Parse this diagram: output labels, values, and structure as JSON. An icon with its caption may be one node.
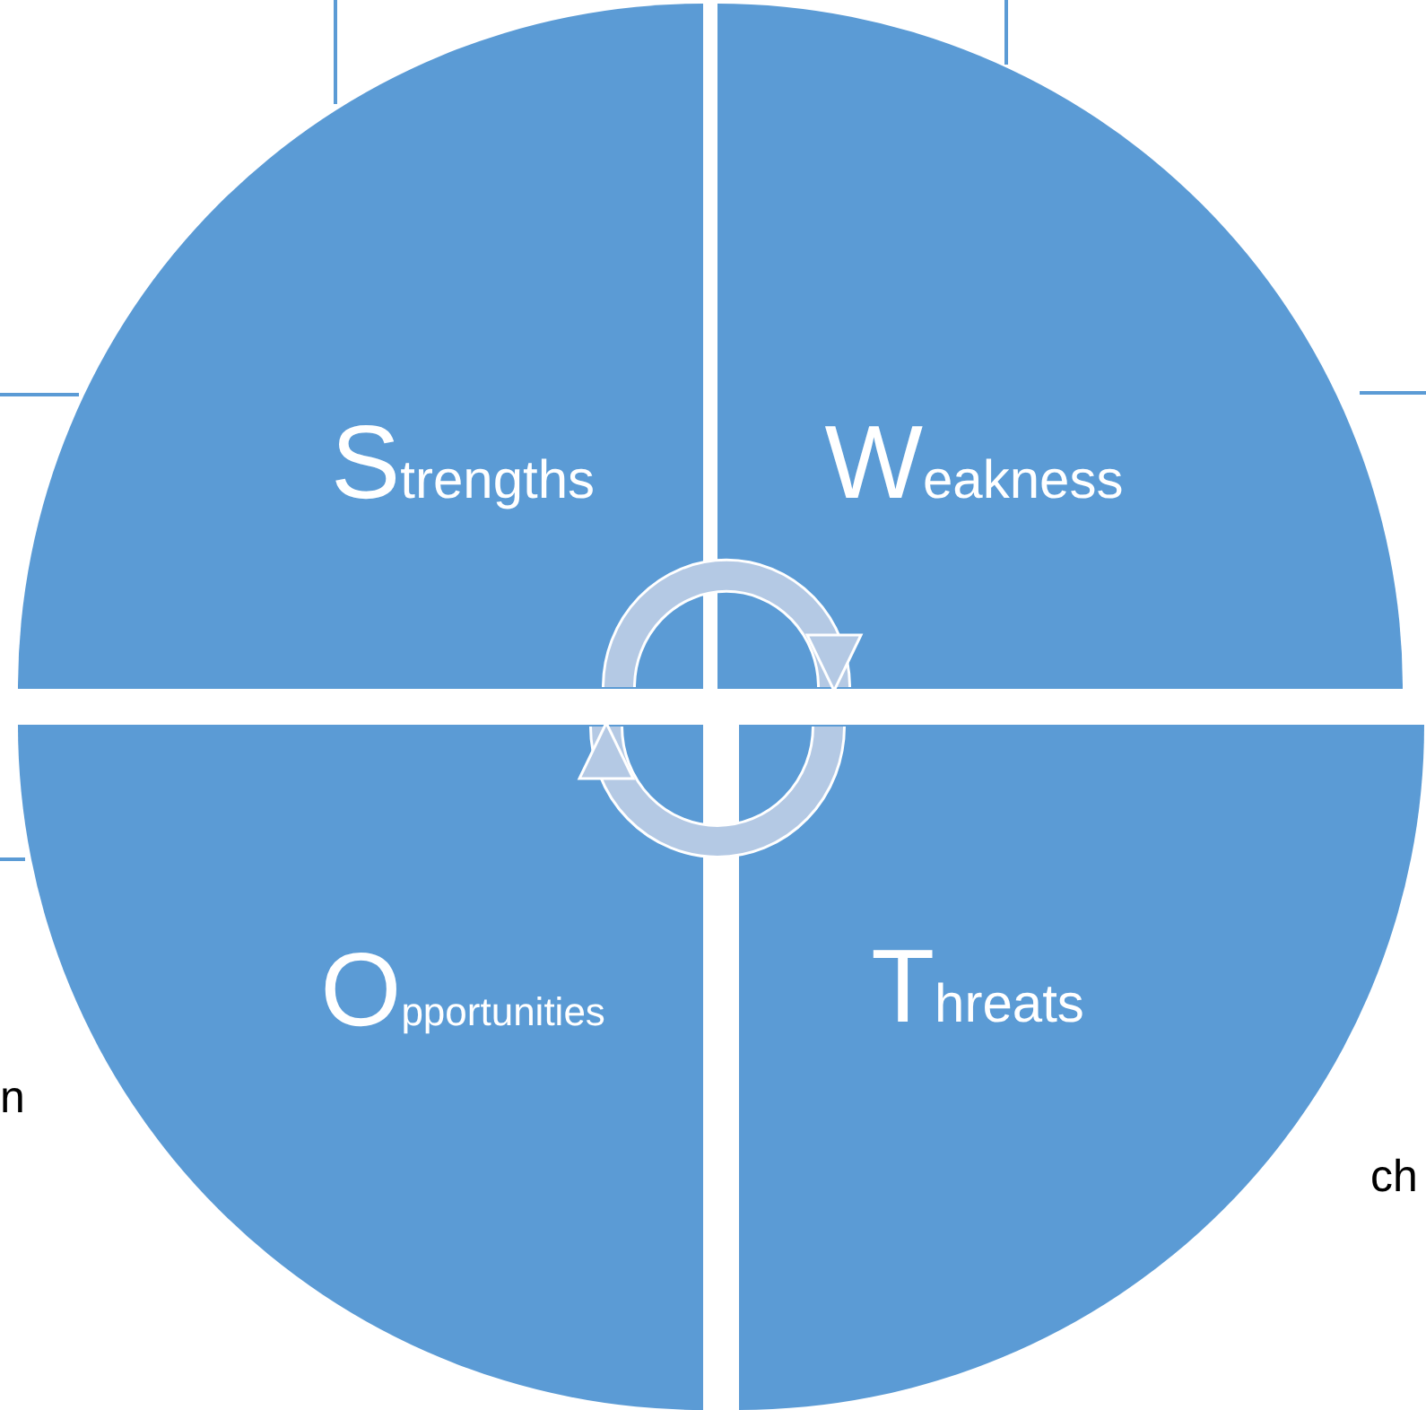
{
  "diagram": {
    "nodes": [
      {
        "text": [
          "Strengths"
        ]
      },
      {
        "text": [
          "Weakness"
        ]
      },
      {
        "text": [
          "Opportunities"
        ]
      },
      {
        "text": [
          "Threats"
        ]
      }
    ],
    "edges": [
      {
        "from": 0,
        "to": 1,
        "arrow": "to"
      },
      {
        "from": 3,
        "to": 2,
        "arrow": "to"
      }
    ],
    "labels": [
      "n",
      "ch"
    ]
  }
}
